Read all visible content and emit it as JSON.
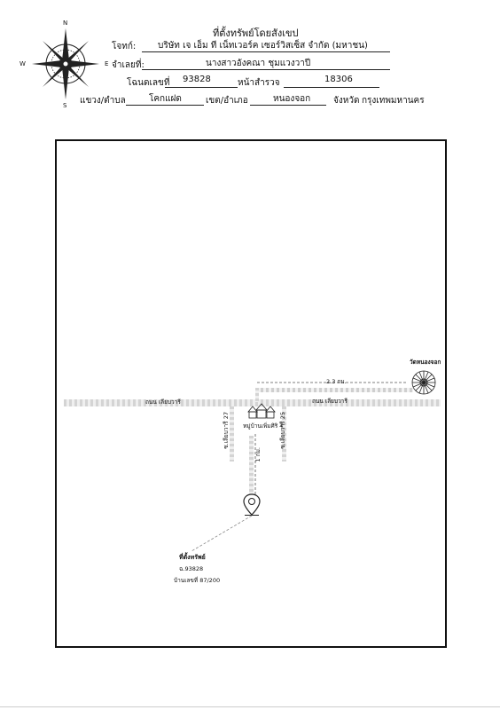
{
  "header": {
    "title": "ที่ตั้งทรัพย์โดยสังเขป",
    "customer_label": "โจทก์:",
    "customer_value": "บริษัท เจ เอ็ม ที เน็ทเวอร์ค เซอร์วิสเซ็ส จำกัด (มหาชน)",
    "debtor_label": "จำเลยที่:",
    "debtor_value": "นางสาวอังคณา ชุมแวงวาปี",
    "deed_label": "โฉนดเลขที่",
    "deed_value": "93828",
    "survey_label": "หน้าสำรวจ",
    "survey_value": "18306",
    "subdistrict_label": "แขวง/ตำบล",
    "subdistrict_value": "โคกแฝด",
    "district_label": "เขต/อำเภอ",
    "district_value": "หนองจอก",
    "province_label": "จังหวัด",
    "province_value": "กรุงเทพมหานคร"
  },
  "compass": {
    "n": "N",
    "s": "S",
    "e": "E",
    "w": "W"
  },
  "map": {
    "temple_label": "วัดหนองจอก",
    "distance_temple": "2.3 กม.",
    "road_main_left": "ถนน เลียบวารี",
    "road_main_right": "ถนน เลียบวารี",
    "soi_27": "ซ.เลียบวารี 27",
    "soi_25": "ซ.เลียบวารี 25",
    "village": "หมู่บ้านเพิ่มศิริ 4",
    "distance_soi": "1 กม.",
    "property_label": "ที่ตั้งทรัพย์",
    "property_deed": "ฉ.93828",
    "property_house": "บ้านเลขที่ 87/200"
  }
}
